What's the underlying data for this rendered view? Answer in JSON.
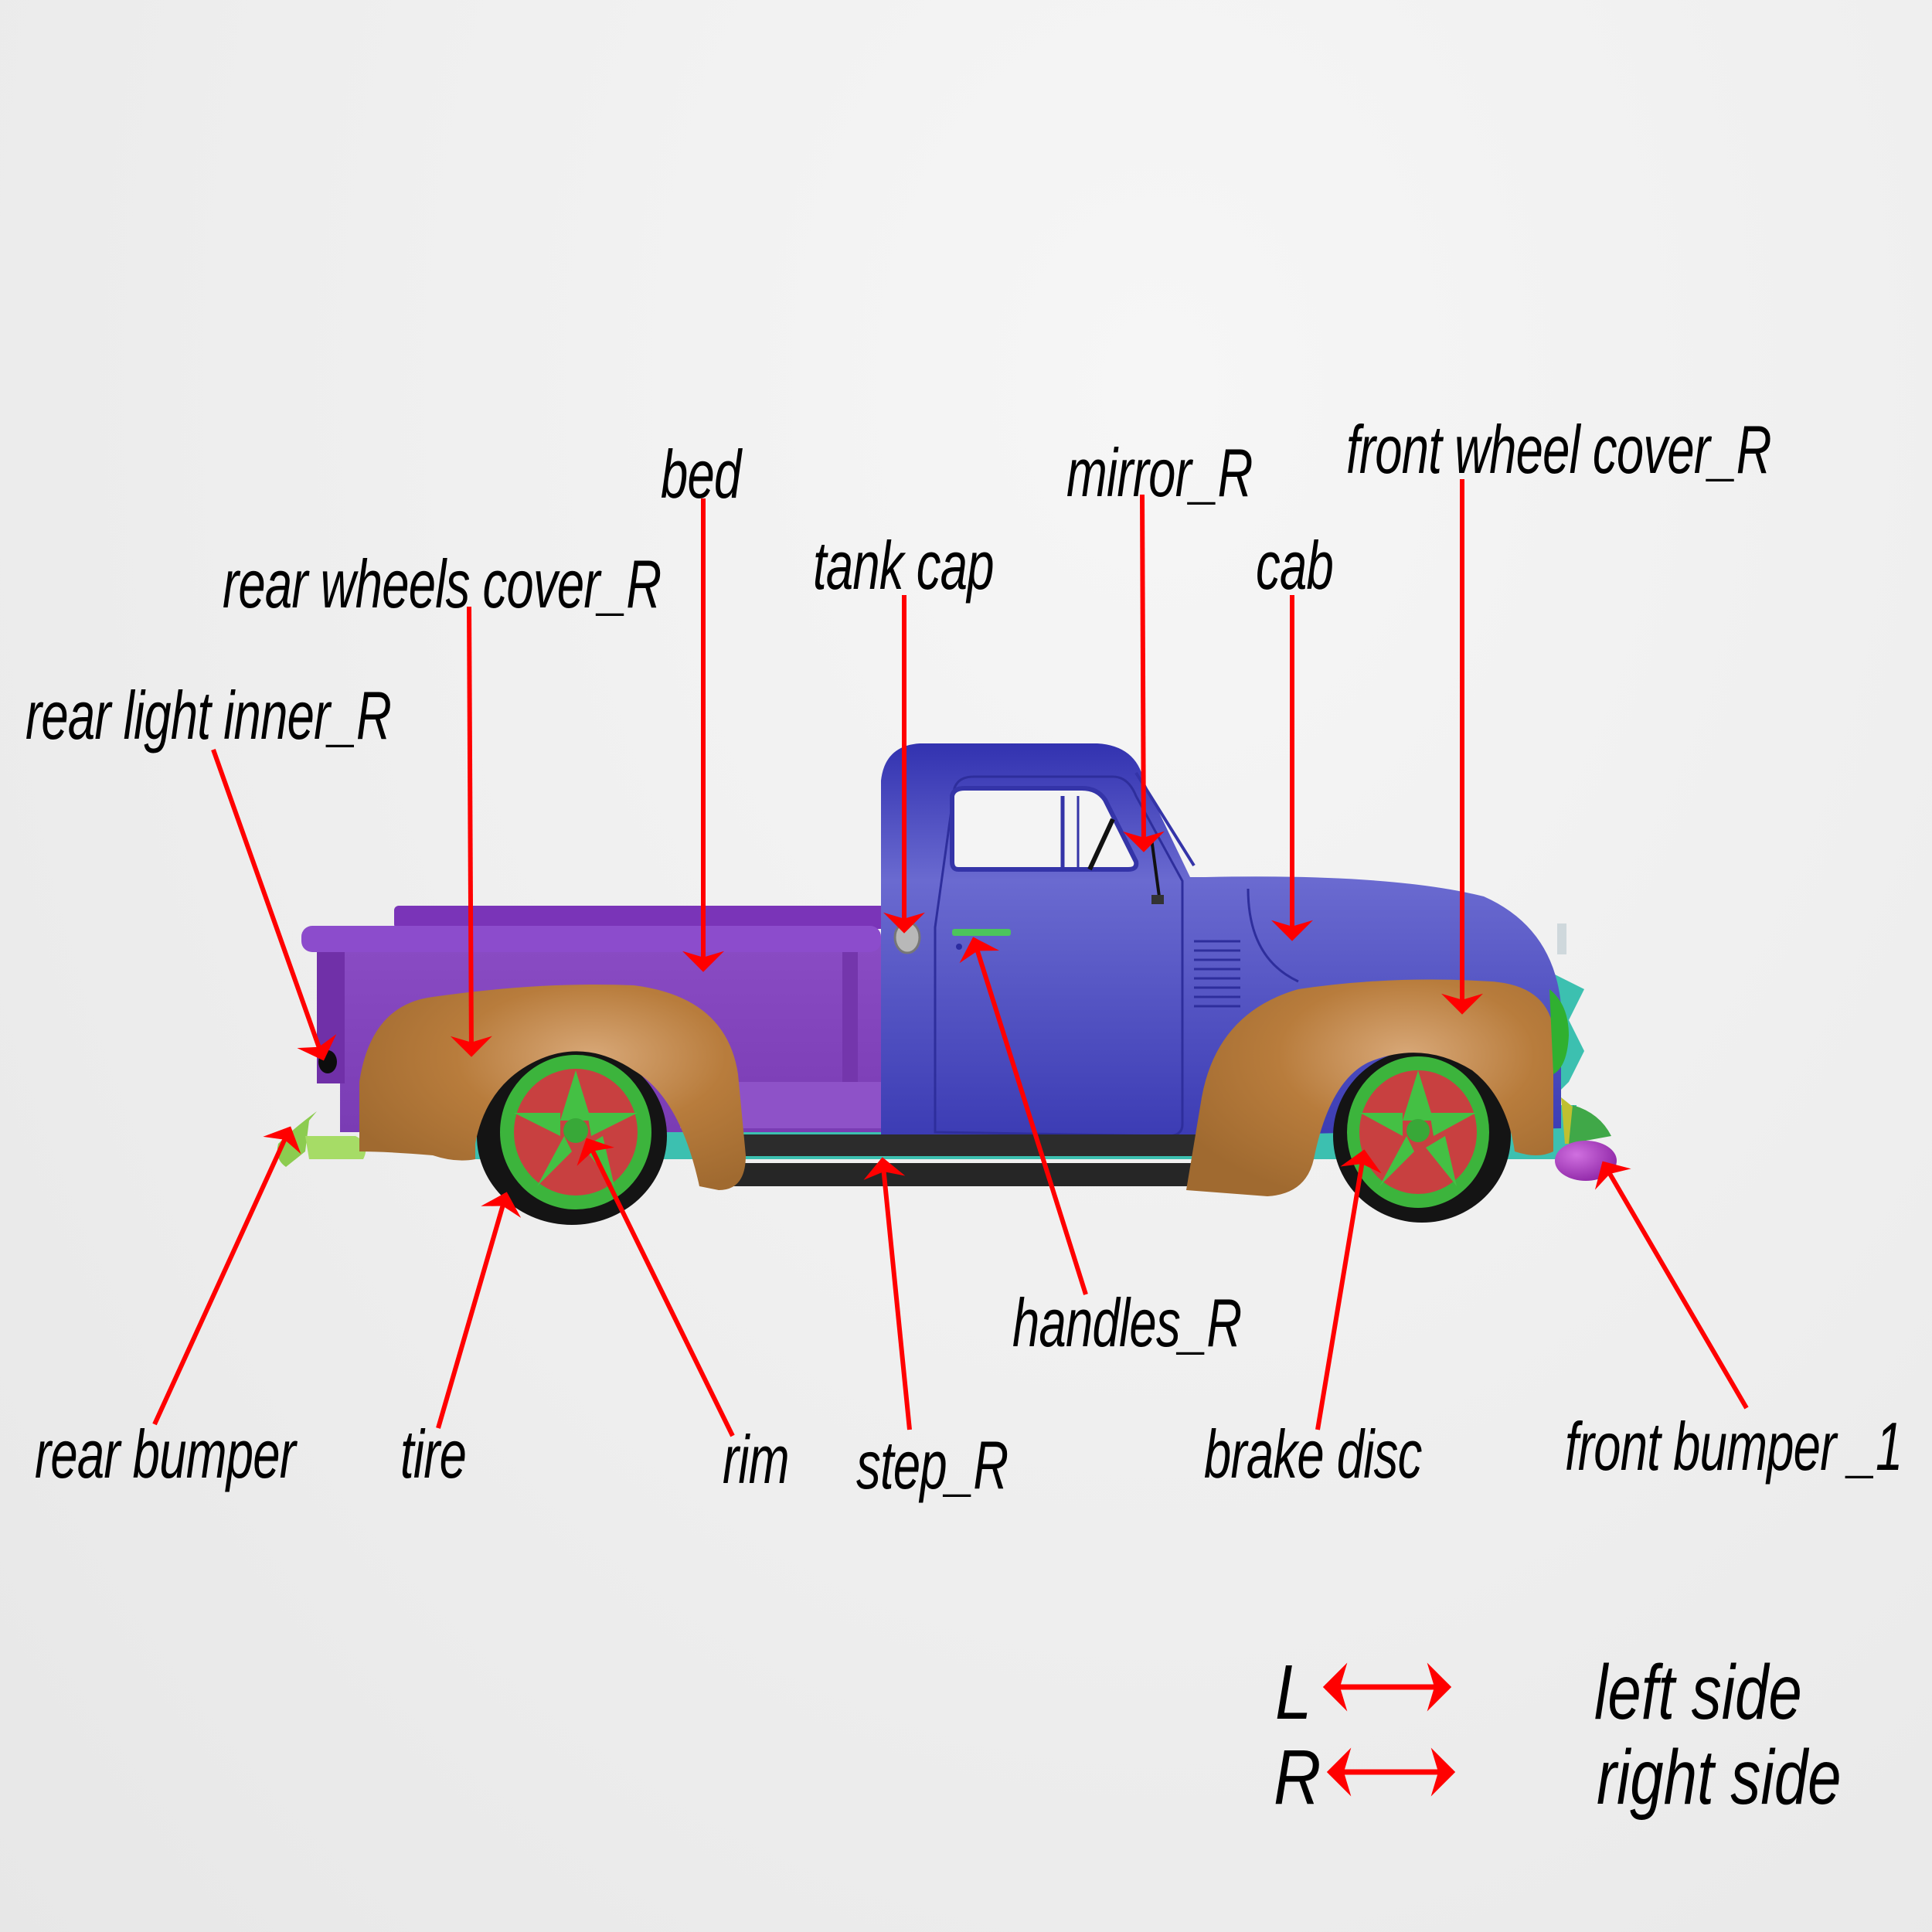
{
  "diagram": {
    "subject": "pickup truck, right side view, parts labeled",
    "colors": {
      "background": "#ececec",
      "arrow": "#ff0000",
      "label_text": "#000000",
      "cab": "#3c3cb4",
      "bed": "#7a3cb4",
      "fender": "#b77a3a",
      "rim": "#3cb43c",
      "brake_disc": "#c84040",
      "tire": "#151515",
      "step": "#2c2c2c",
      "chassis": "#3cc0b0",
      "rear_bumper": "#8ccc50",
      "front_bumper": "#a030b0",
      "handle": "#50c860",
      "tank_cap": "#b8b8b8"
    },
    "labels": [
      {
        "id": "bed",
        "text": "bed"
      },
      {
        "id": "mirror_r",
        "text": "mirror_R"
      },
      {
        "id": "front_wheel_cover_r",
        "text": "front wheel cover_R"
      },
      {
        "id": "rear_wheels_cover_r",
        "text": "rear wheels cover_R"
      },
      {
        "id": "tank_cap",
        "text": "tank cap"
      },
      {
        "id": "cab",
        "text": "cab"
      },
      {
        "id": "rear_light_inner_r",
        "text": "rear light inner_R"
      },
      {
        "id": "handles_r",
        "text": "handles_R"
      },
      {
        "id": "rear_bumper",
        "text": "rear bumper"
      },
      {
        "id": "tire",
        "text": "tire"
      },
      {
        "id": "rim",
        "text": "rim"
      },
      {
        "id": "step_r",
        "text": "step_R"
      },
      {
        "id": "brake_disc",
        "text": "brake disc"
      },
      {
        "id": "front_bumper_1",
        "text": "front bumper _1"
      }
    ],
    "legend": [
      {
        "key": "L",
        "meaning": "left side"
      },
      {
        "key": "R",
        "meaning": "right side"
      }
    ]
  }
}
